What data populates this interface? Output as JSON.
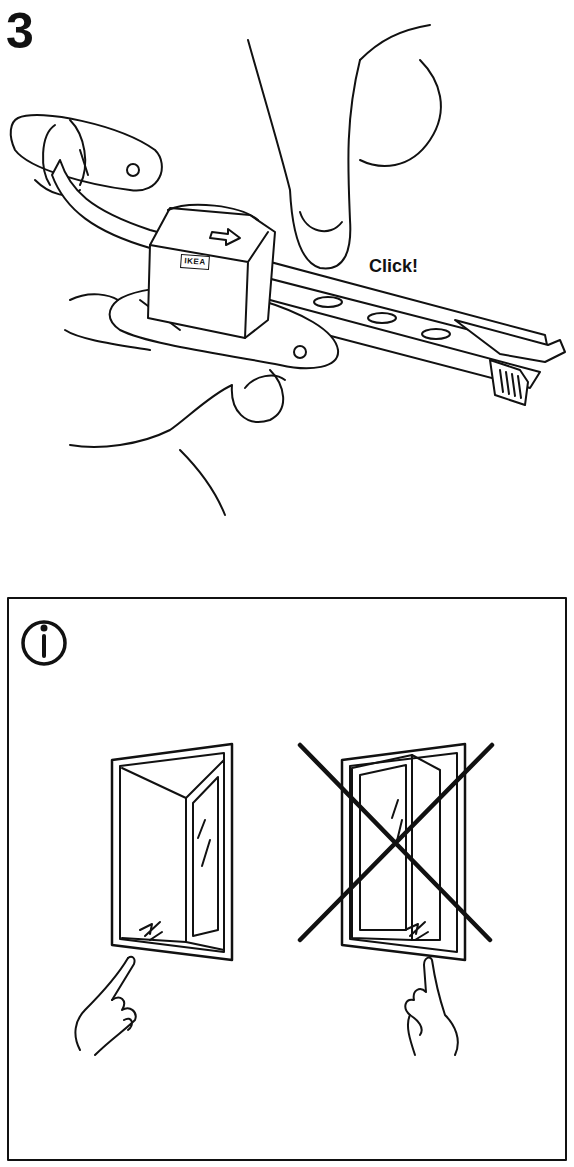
{
  "diagram": {
    "labels": [
      "3",
      "Click!",
      "IKEA"
    ]
  }
}
